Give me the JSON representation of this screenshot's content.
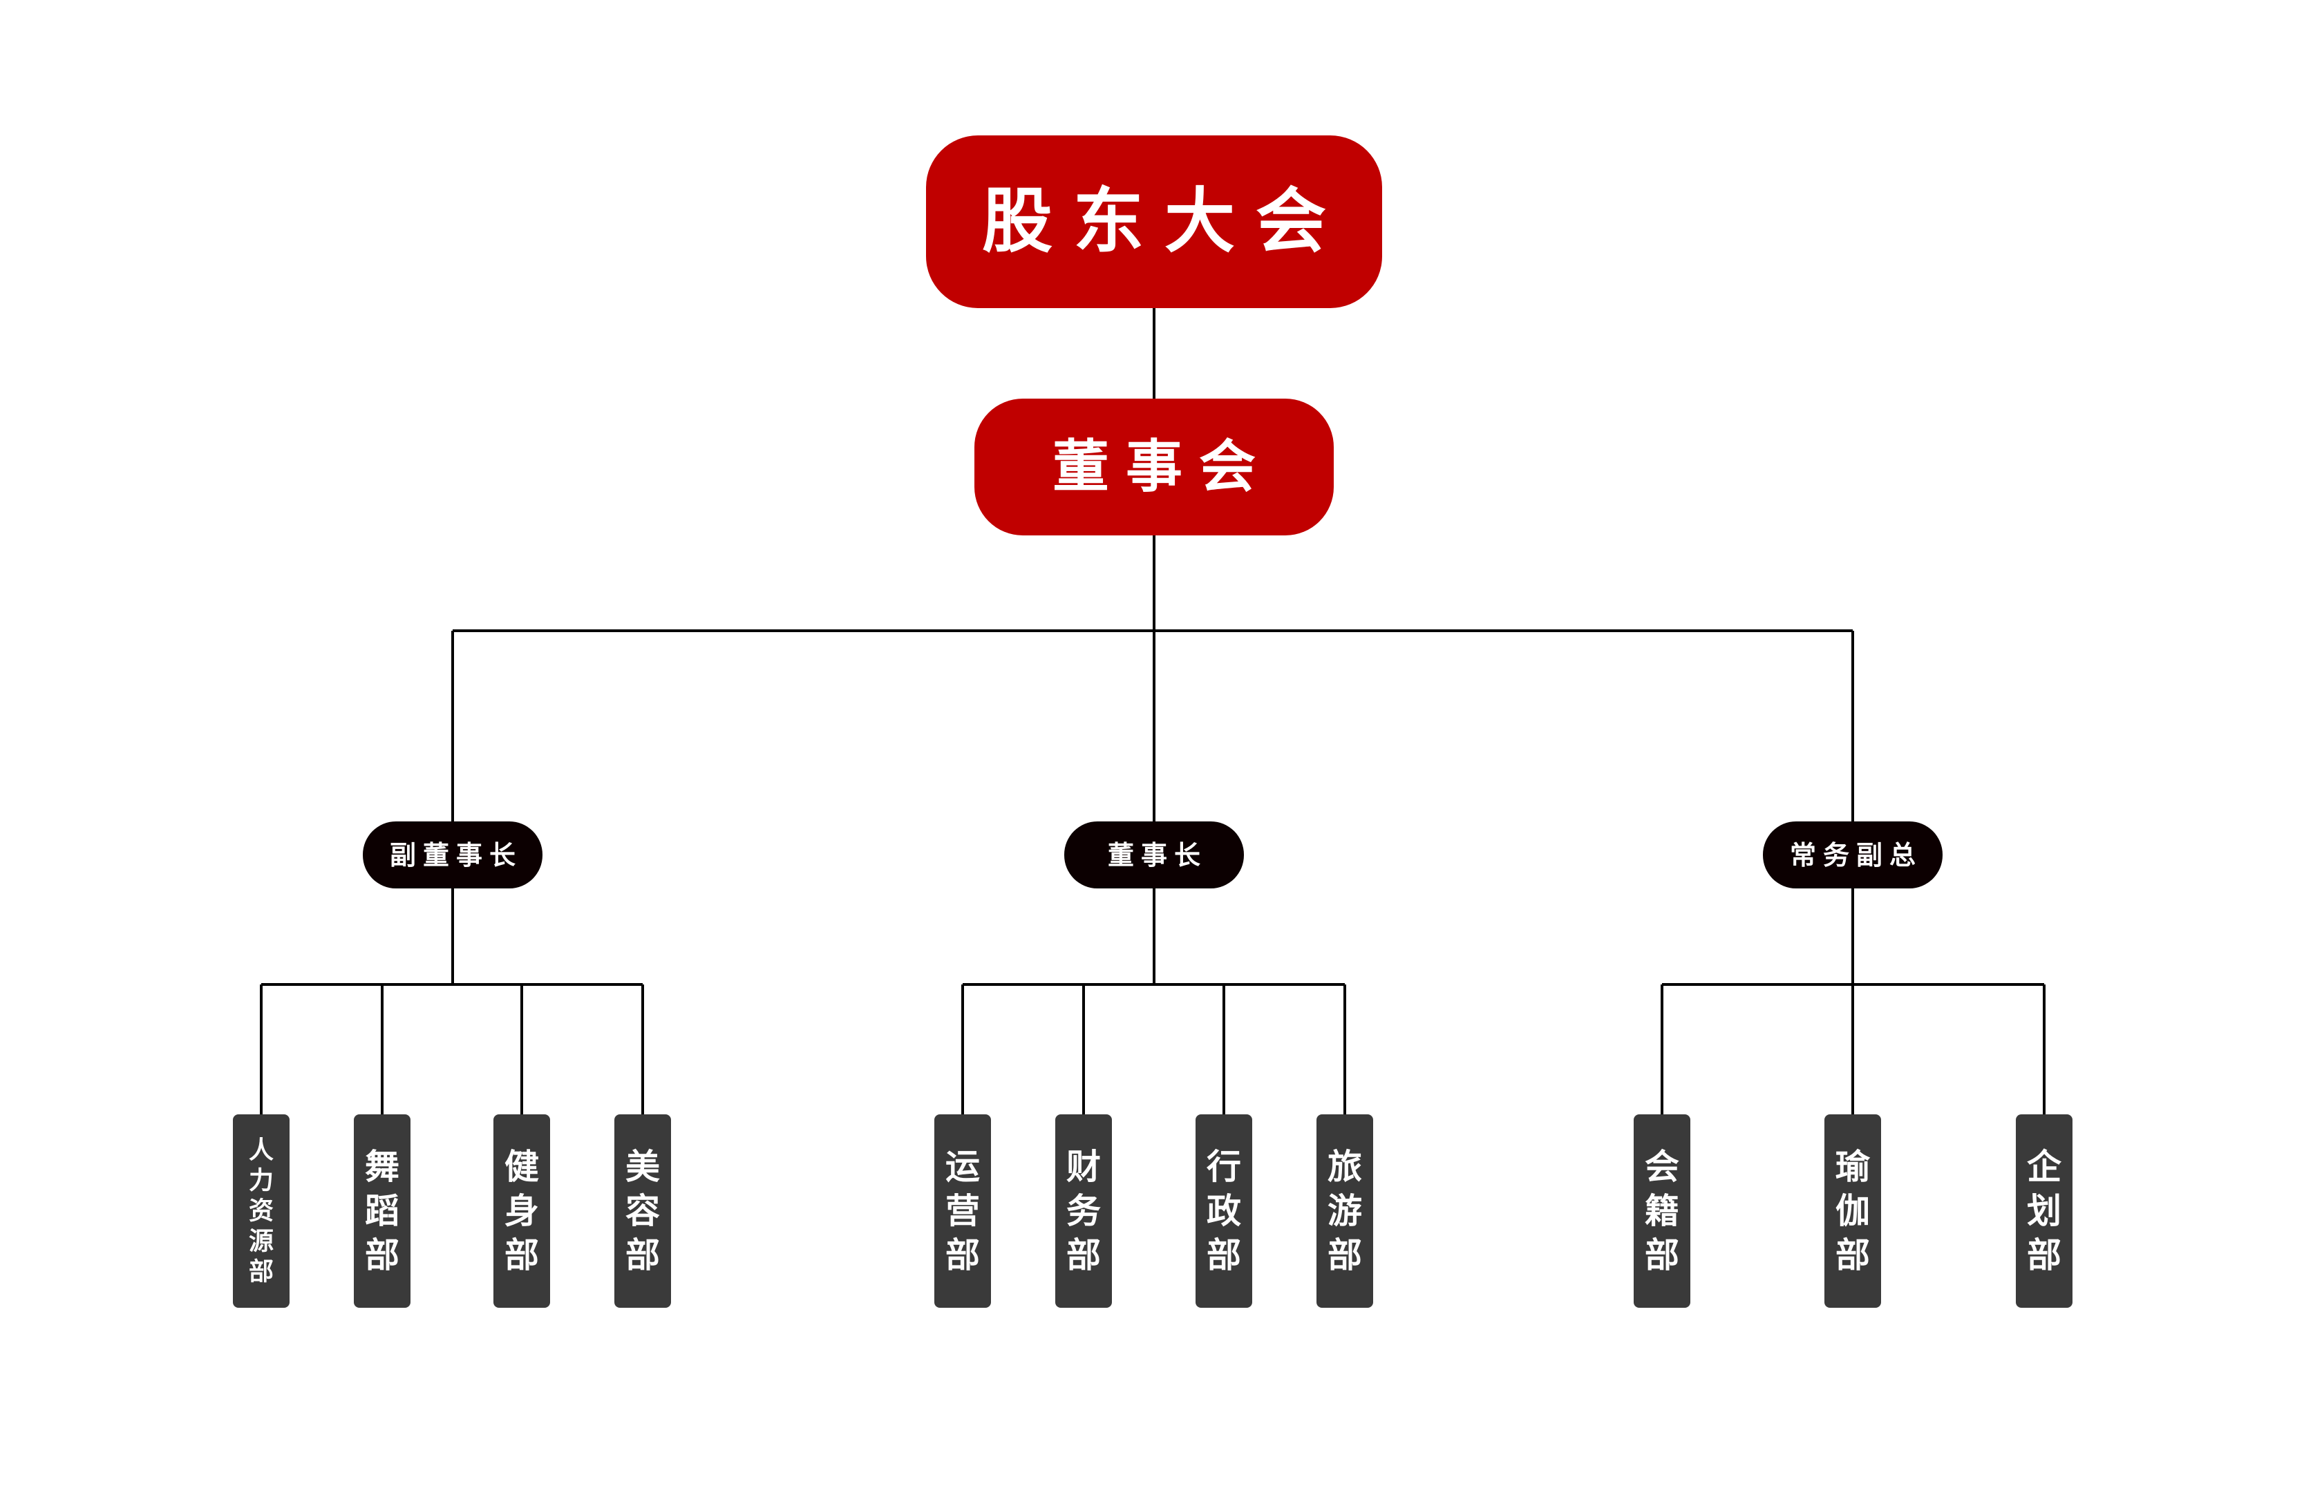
{
  "colors": {
    "top_box": "#c00000",
    "manager_pill": "#0c0001",
    "department_box": "#3a3a3a",
    "connector": "#000000",
    "text": "#ffffff"
  },
  "org": {
    "top": "股东大会",
    "board": "董事会",
    "managers": [
      {
        "label": "副董事长",
        "departments": [
          "人力资源部",
          "舞蹈部",
          "健身部",
          "美容部"
        ]
      },
      {
        "label": "董事长",
        "departments": [
          "运营部",
          "财务部",
          "行政部",
          "旅游部"
        ]
      },
      {
        "label": "常务副总",
        "departments": [
          "会籍部",
          "瑜伽部",
          "企划部"
        ]
      }
    ]
  }
}
